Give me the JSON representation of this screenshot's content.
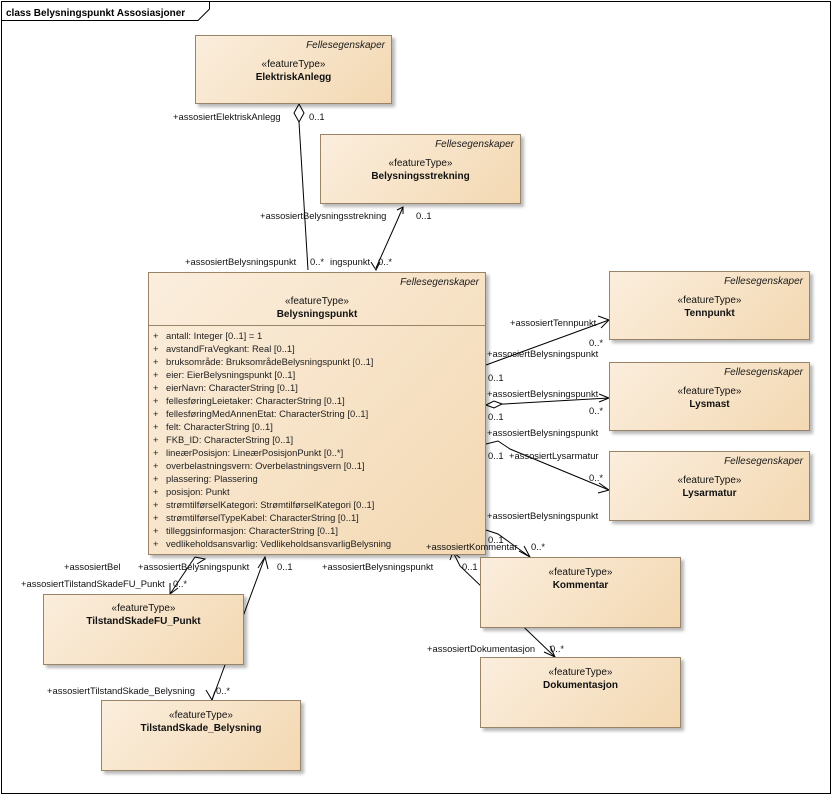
{
  "frame": {
    "title": "class Belysningspunkt Assosiasjoner"
  },
  "colors": {
    "box_fill_start": "#fbeedd",
    "box_fill_end": "#f3d8b2",
    "box_border": "#9a8468"
  },
  "classes": {
    "elektriskAnlegg": {
      "package": "Fellesegenskaper",
      "stereotype": "«featureType»",
      "name": "ElektriskAnlegg"
    },
    "belysningsstrekning": {
      "package": "Fellesegenskaper",
      "stereotype": "«featureType»",
      "name": "Belysningsstrekning"
    },
    "belysningspunkt": {
      "package": "Fellesegenskaper",
      "stereotype": "«featureType»",
      "name": "Belysningspunkt",
      "attributes": [
        {
          "vis": "+",
          "text": "antall: Integer [0..1] = 1"
        },
        {
          "vis": "+",
          "text": "avstandFraVegkant: Real [0..1]"
        },
        {
          "vis": "+",
          "text": "bruksområde: BruksområdeBelysningspunkt [0..1]"
        },
        {
          "vis": "+",
          "text": "eier: EierBelysningspunkt [0..1]"
        },
        {
          "vis": "+",
          "text": "eierNavn: CharacterString [0..1]"
        },
        {
          "vis": "+",
          "text": "fellesføringLeietaker: CharacterString [0..1]"
        },
        {
          "vis": "+",
          "text": "fellesføringMedAnnenEtat: CharacterString [0..1]"
        },
        {
          "vis": "+",
          "text": "felt: CharacterString [0..1]"
        },
        {
          "vis": "+",
          "text": "FKB_ID: CharacterString [0..1]"
        },
        {
          "vis": "+",
          "text": "lineærPosisjon: LineærPosisjonPunkt [0..*]"
        },
        {
          "vis": "+",
          "text": "overbelastningsvern: Overbelastningsvern [0..1]"
        },
        {
          "vis": "+",
          "text": "plassering: Plassering"
        },
        {
          "vis": "+",
          "text": "posisjon: Punkt"
        },
        {
          "vis": "+",
          "text": "strømtilførselKategori: StrømtilførselKategori [0..1]"
        },
        {
          "vis": "+",
          "text": "strømtilførselTypeKabel: CharacterString [0..1]"
        },
        {
          "vis": "+",
          "text": "tilleggsinformasjon: CharacterString [0..1]"
        },
        {
          "vis": "+",
          "text": "vedlikeholdsansvarlig: VedlikeholdsansvarligBelysning"
        }
      ]
    },
    "tennpunkt": {
      "package": "Fellesegenskaper",
      "stereotype": "«featureType»",
      "name": "Tennpunkt"
    },
    "lysmast": {
      "package": "Fellesegenskaper",
      "stereotype": "«featureType»",
      "name": "Lysmast"
    },
    "lysarmatur": {
      "package": "Fellesegenskaper",
      "stereotype": "«featureType»",
      "name": "Lysarmatur"
    },
    "kommentar": {
      "stereotype": "«featureType»",
      "name": "Kommentar"
    },
    "dokumentasjon": {
      "stereotype": "«featureType»",
      "name": "Dokumentasjon"
    },
    "tilstandSkadeFUPunkt": {
      "stereotype": "«featureType»",
      "name": "TilstandSkadeFU_Punkt"
    },
    "tilstandSkadeBelysning": {
      "stereotype": "«featureType»",
      "name": "TilstandSkade_Belysning"
    }
  },
  "labels": {
    "l01": "+assosiertElektriskAnlegg",
    "l02": "0..1",
    "l03": "+assosiertBelysningsstrekning",
    "l04": "0..1",
    "l05": "+assosiertBelysningspunkt",
    "l06": "0..*",
    "l07": "ingspunkt",
    "l08": "0..*",
    "l09": "+assosiertTennpunkt",
    "l10": "0..*",
    "l11": "+assosiertBelysningspunkt",
    "l12": "0..1",
    "l13": "+assosiertBelysningspunkt",
    "l14": "0..1",
    "l15": "0..*",
    "l16": "+assosiertBelysningspunkt",
    "l17": "0..1",
    "l18": "+assosiertLysarmatur",
    "l19": "0..*",
    "l20": "+assosiertBelysningspunkt",
    "l21": "0..1",
    "l22": "+assosiertKommentar",
    "l23": "0..*",
    "l24": "+assosiertBelysningspunkt",
    "l25": "0..1",
    "l26": "+assosiertDokumentasjon",
    "l27": "0..*",
    "l28": "+assosiertBel",
    "l29": "+assosiertBelysningspunkt",
    "l30": "0..1",
    "l31": "+assosiertTilstandSkadeFU_Punkt",
    "l32": "0..*",
    "l33": "+assosiertTilstandSkade_Belysning",
    "l34": "0..*"
  }
}
